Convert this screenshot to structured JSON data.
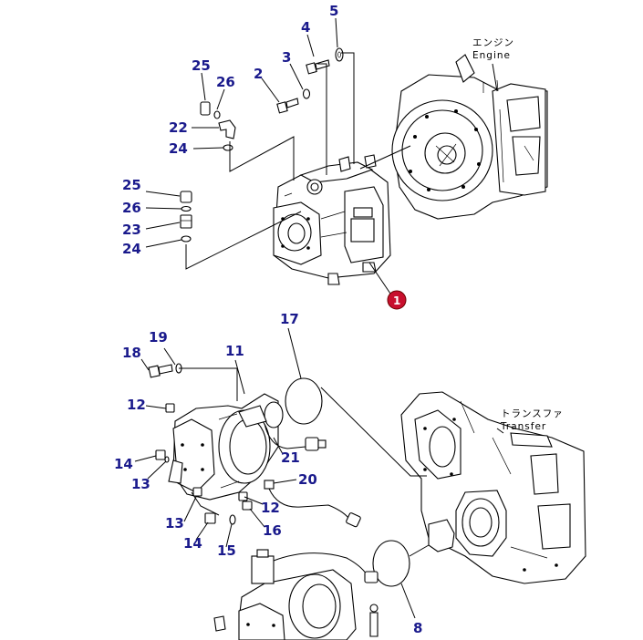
{
  "callouts": {
    "c5": "5",
    "c4": "4",
    "c3": "3",
    "c2": "2",
    "c25a": "25",
    "c26a": "26",
    "c22": "22",
    "c24a": "24",
    "c25b": "25",
    "c26b": "26",
    "c23": "23",
    "c24b": "24",
    "c1": "1",
    "c17": "17",
    "c19": "19",
    "c18": "18",
    "c11": "11",
    "c12a": "12",
    "c14a": "14",
    "c13a": "13",
    "c21": "21",
    "c20": "20",
    "c12b": "12",
    "c13b": "13",
    "c16": "16",
    "c14b": "14",
    "c15": "15",
    "c8": "8"
  },
  "labels": {
    "engine_jp": "エンジン",
    "engine_en": "Engine",
    "transfer_jp": "トランスファ",
    "transfer_en": "Transfer"
  },
  "colors": {
    "callout": "#1a1a8c",
    "highlight_badge": "#c8102e"
  }
}
